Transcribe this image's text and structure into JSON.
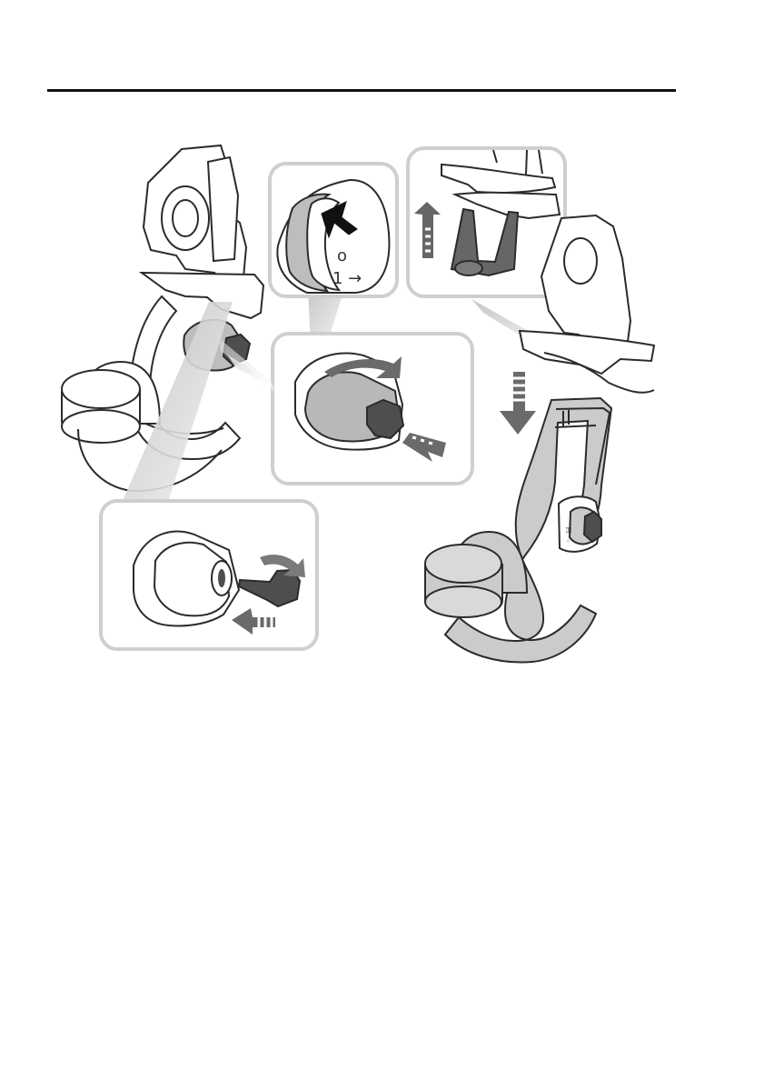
{
  "illustration": {
    "panels": [
      {
        "id": "lock-insert-key"
      },
      {
        "id": "marking-detail"
      },
      {
        "id": "cap-removal"
      },
      {
        "id": "knob-pull-turn"
      }
    ],
    "marking_text": {
      "dot": "o",
      "one_arrow": "1 →"
    }
  },
  "colors": {
    "line": "#2b2b2b",
    "panel_fill": "#ffffff",
    "component_gray": "#b7b7b7",
    "dark_gray": "#4e4e4e",
    "arrow_gray": "#6a6a6a"
  }
}
